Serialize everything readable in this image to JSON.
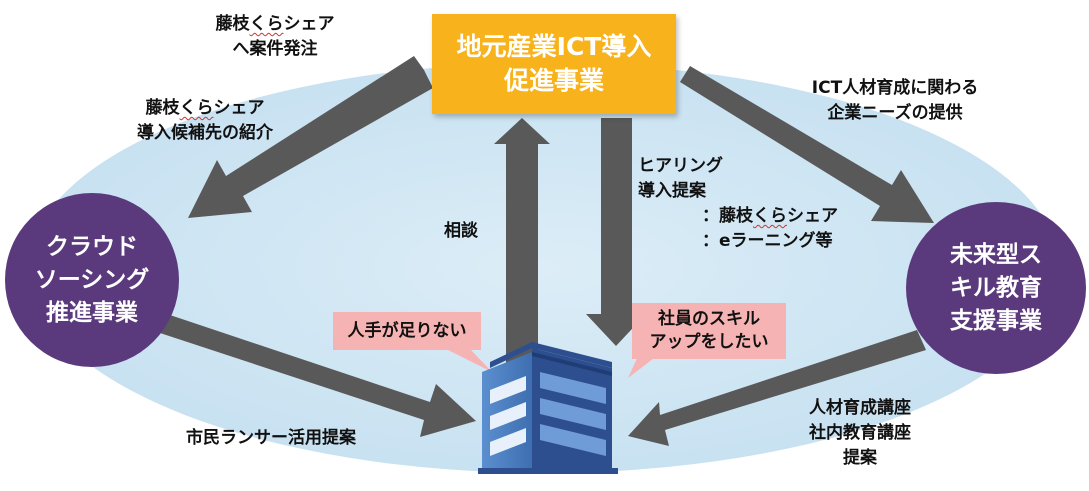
{
  "center_box": {
    "lines": [
      "地元産業ICT導入",
      "促進事業"
    ]
  },
  "left_circle": {
    "lines": [
      "クラウド",
      "ソーシング",
      "推進事業"
    ]
  },
  "right_circle": {
    "lines": [
      "未来型ス",
      "キル教育",
      "支援事業"
    ]
  },
  "labels": {
    "order": {
      "pre": "藤枝",
      "wavy": "くら",
      "post": "シェア",
      "line2": "へ案件発注"
    },
    "intro": {
      "pre": "藤枝",
      "wavy": "くら",
      "post": "シェア",
      "line2": "導入候補先の紹介"
    },
    "needs": {
      "line1": "ICT人材育成に関わる",
      "line2": "企業ニーズの提供"
    },
    "consult": "相談",
    "hearing": {
      "line1": "ヒアリング",
      "line2": "導入提案",
      "line3_pre": "：藤枝",
      "line3_wavy": "くら",
      "line3_post": "シェア",
      "line4": "：eラーニング等"
    },
    "lancer": "市民ランサー活用提案",
    "training": {
      "line1": "人材育成講座",
      "line2": "社内教育講座",
      "line3": "提案"
    }
  },
  "bubbles": {
    "left": "人手が足りない",
    "right": {
      "line1": "社員のスキル",
      "line2": "アップをしたい"
    }
  },
  "colors": {
    "ellipse": "#cfe6f3",
    "arrow": "#595959",
    "center_box": "#f7b21c",
    "circle": "#5a3a7c",
    "bubble": "#f6b3b3",
    "building_dark": "#2e4f8f",
    "building_light": "#4f86c6",
    "wavy_underline": "#d0342c"
  }
}
